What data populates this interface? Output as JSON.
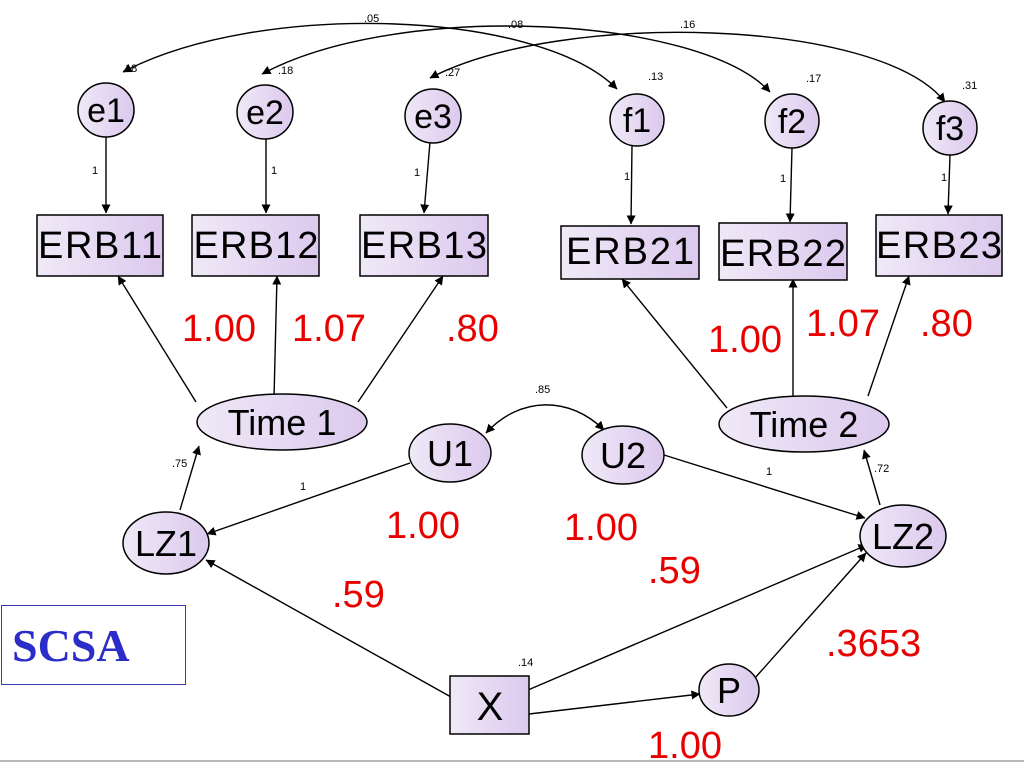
{
  "brand": "SCSA",
  "nodes": {
    "e1": "e1",
    "e2": "e2",
    "e3": "e3",
    "f1": "f1",
    "f2": "f2",
    "f3": "f3",
    "erb11": "ERB11",
    "erb12": "ERB12",
    "erb13": "ERB13",
    "erb21": "ERB21",
    "erb22": "ERB22",
    "erb23": "ERB23",
    "time1": "Time 1",
    "time2": "Time 2",
    "u1": "U1",
    "u2": "U2",
    "lz1": "LZ1",
    "lz2": "LZ2",
    "x": "X",
    "p": "P"
  },
  "variances": {
    "e1": ".18",
    "e2": ".18",
    "e3": ".27",
    "f1": ".13",
    "f2": ".17",
    "f3": ".31",
    "x": ".14"
  },
  "covariances": {
    "e1_f1": ".05",
    "e2_f2": ".08",
    "e3_f3": ".16",
    "u1_u2": ".85"
  },
  "path_small": {
    "e1": "1",
    "e2": "1",
    "e3": "1",
    "f1": "1",
    "f2": "1",
    "f3": "1",
    "u1_lz1": "1",
    "u2_lz2": "1",
    "lz1_time1": ".75",
    "lz2_time2": ".72"
  },
  "estimates": {
    "t1_erb11": "1.00",
    "t1_erb12": "1.07",
    "t1_erb13": ".80",
    "t2_erb21": "1.00",
    "t2_erb22": "1.07",
    "t2_erb23": ".80",
    "u1": "1.00",
    "u2": "1.00",
    "x_lz1": ".59",
    "x_lz2": ".59",
    "p_lz2": ".3653",
    "x_p": "1.00"
  }
}
